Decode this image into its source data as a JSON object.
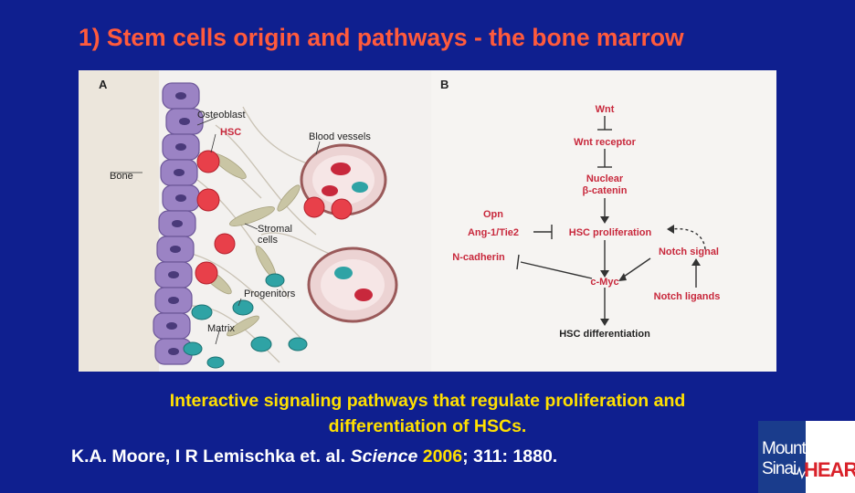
{
  "slide": {
    "title": "1) Stem cells origin and pathways - the bone marrow",
    "caption_line1": "Interactive signaling pathways that regulate proliferation and",
    "caption_line2": "differentiation of HSCs.",
    "reference_prefix": "K.A. Moore, I R Lemischka et. al. ",
    "reference_journal": "Science",
    "reference_year": "2006",
    "reference_suffix": "; 311: 1880."
  },
  "colors": {
    "background": "#0f1f8f",
    "title": "#ff5a3c",
    "caption": "#ffe000",
    "reference": "#ffffff",
    "diagram_red": "#c8283c",
    "osteoblast": "#9b83c4",
    "hsc_cell": "#e8404a",
    "progenitor": "#2fa3a5"
  },
  "figure": {
    "panel_a": {
      "label": "A",
      "labels": {
        "osteoblast": "Osteoblast",
        "hsc": "HSC",
        "bone": "Bone",
        "blood_vessels": "Blood vessels",
        "stromal": "Stromal",
        "cells": "cells",
        "progenitors": "Progenitors",
        "matrix": "Matrix"
      }
    },
    "panel_b": {
      "label": "B",
      "nodes": {
        "wnt": "Wnt",
        "wnt_receptor": "Wnt receptor",
        "nuclear": "Nuclear",
        "beta_catenin": "β-catenin",
        "opn": "Opn",
        "ang1_tie2": "Ang-1/Tie2",
        "hsc_proliferation": "HSC proliferation",
        "notch_signal": "Notch signal",
        "n_cadherin": "N-cadherin",
        "c_myc": "c-Myc",
        "notch_ligands": "Notch ligands",
        "hsc_differentiation": "HSC differentiation"
      }
    }
  },
  "logo": {
    "line1": "Mount",
    "line2": "Sinai",
    "heart": "HEART"
  }
}
